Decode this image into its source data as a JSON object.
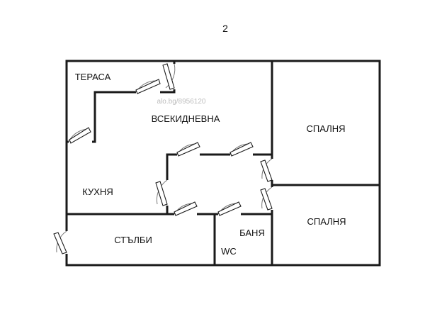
{
  "page_number": "2",
  "watermark": "alo.bg/8956120",
  "rooms": {
    "terrace": "ТЕРАСА",
    "living": "ВСЕКИДНЕВНА",
    "kitchen": "КУХНЯ",
    "bedroom_top": "СПАЛНЯ",
    "bedroom_bottom": "СПАЛНЯ",
    "stairs": "СТЪЛБИ",
    "bathroom": "БАНЯ",
    "wc": "WC"
  },
  "colors": {
    "wall": "#1a1a1a",
    "background": "#ffffff",
    "watermark": "#bdbdbd"
  }
}
